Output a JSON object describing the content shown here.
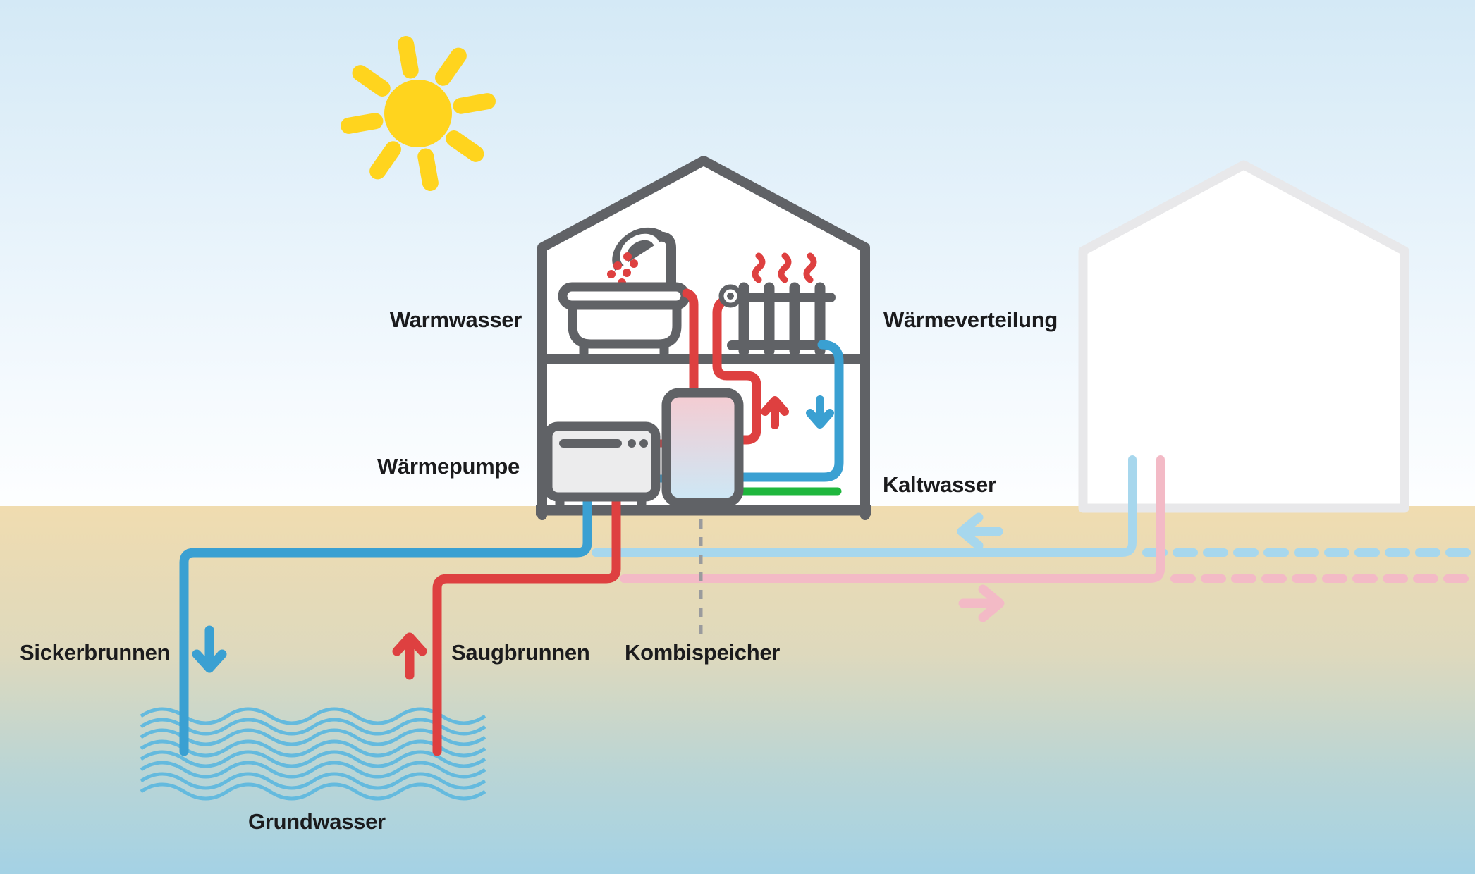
{
  "labels": {
    "warmwasser": "Warmwasser",
    "waermeverteilung": "Wärmeverteilung",
    "waermepumpe": "Wärmepumpe",
    "kaltwasser": "Kaltwasser",
    "sickerbrunnen": "Sickerbrunnen",
    "saugbrunnen": "Saugbrunnen",
    "kombispeicher": "Kombispeicher",
    "grundwasser": "Grundwasser"
  },
  "icons": {
    "sun": "sun-icon",
    "shower": "shower-icon",
    "bathtub": "bathtub-icon",
    "radiator": "radiator-icon",
    "heat_pump": "heat-pump-icon",
    "storage_tank": "storage-tank-icon",
    "groundwater_waves": "groundwater-waves-icon"
  },
  "colors": {
    "sky_top": "#D4E9F6",
    "sky_bottom": "#FDFEFF",
    "ground_top": "#F0DCB0",
    "ground_bottom": "#A4D2E5",
    "dark_gray": "#606266",
    "device_fill": "#ECECED",
    "red": "#DE4040",
    "blue": "#3AA0D2",
    "light_blue": "#A7D7ED",
    "pink": "#F3BAC6",
    "green": "#1FB73D",
    "sun_yellow": "#FFD41E",
    "wave_blue": "#64BADE",
    "house2_outline": "#E8E8EA",
    "tank_top": "#F5CBD1",
    "tank_bottom": "#CCE8F6",
    "dash_gray": "#9A9B9D",
    "label_text": "#1B1B1D"
  }
}
